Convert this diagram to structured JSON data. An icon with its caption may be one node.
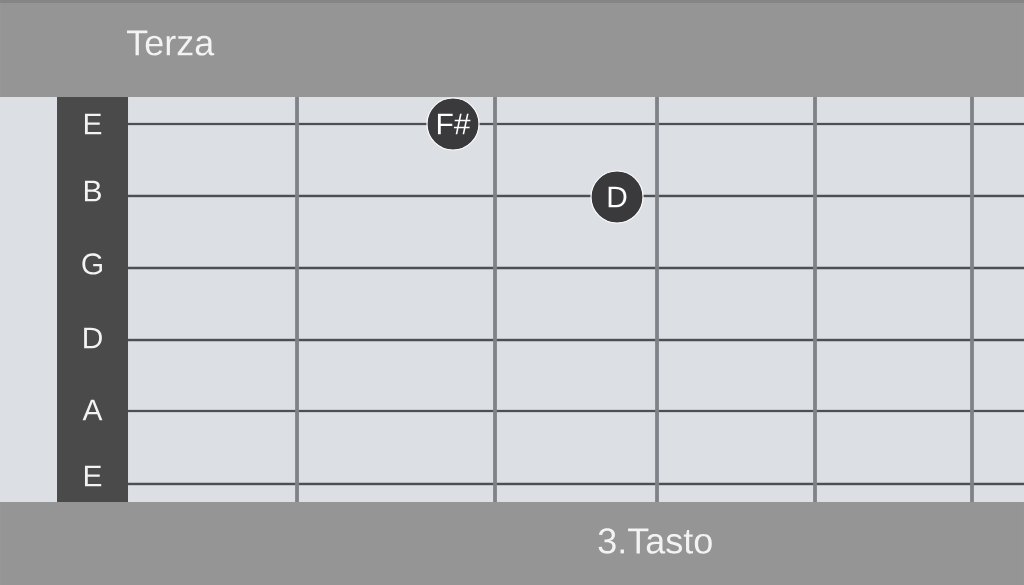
{
  "diagram": {
    "nodes": [
      {
        "text": [
          "Terza"
        ]
      },
      {
        "text": [
          "E",
          "B",
          "G",
          "D",
          "A",
          "E"
        ]
      },
      {
        "text": [
          "F#"
        ]
      },
      {
        "text": [
          "D"
        ]
      },
      {
        "text": [
          "3.Tasto"
        ]
      }
    ]
  }
}
